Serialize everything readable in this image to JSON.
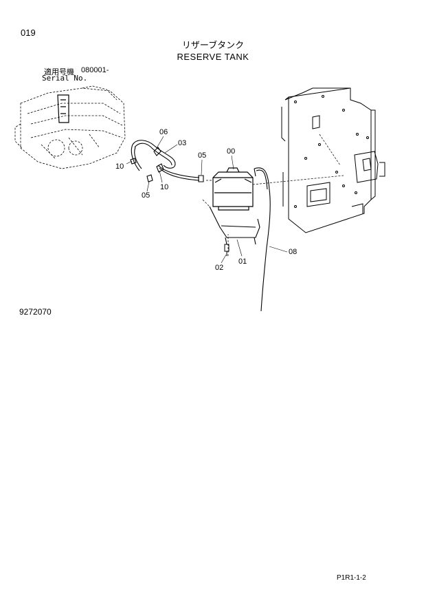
{
  "header": {
    "page_number": "019",
    "title_jp": "リザーブタンク",
    "title_en": "RESERVE TANK",
    "serial_label_jp": "適用号機",
    "serial_from": "080001-",
    "serial_label_en": "Serial No."
  },
  "callouts": {
    "c06": "06",
    "c03": "03",
    "c10a": "10",
    "c10b": "10",
    "c05a": "05",
    "c05b": "05",
    "c00": "00",
    "c02": "02",
    "c01": "01",
    "c08": "08"
  },
  "footer": {
    "figure_number": "9272070",
    "page_code": "P1R1-1-2"
  }
}
